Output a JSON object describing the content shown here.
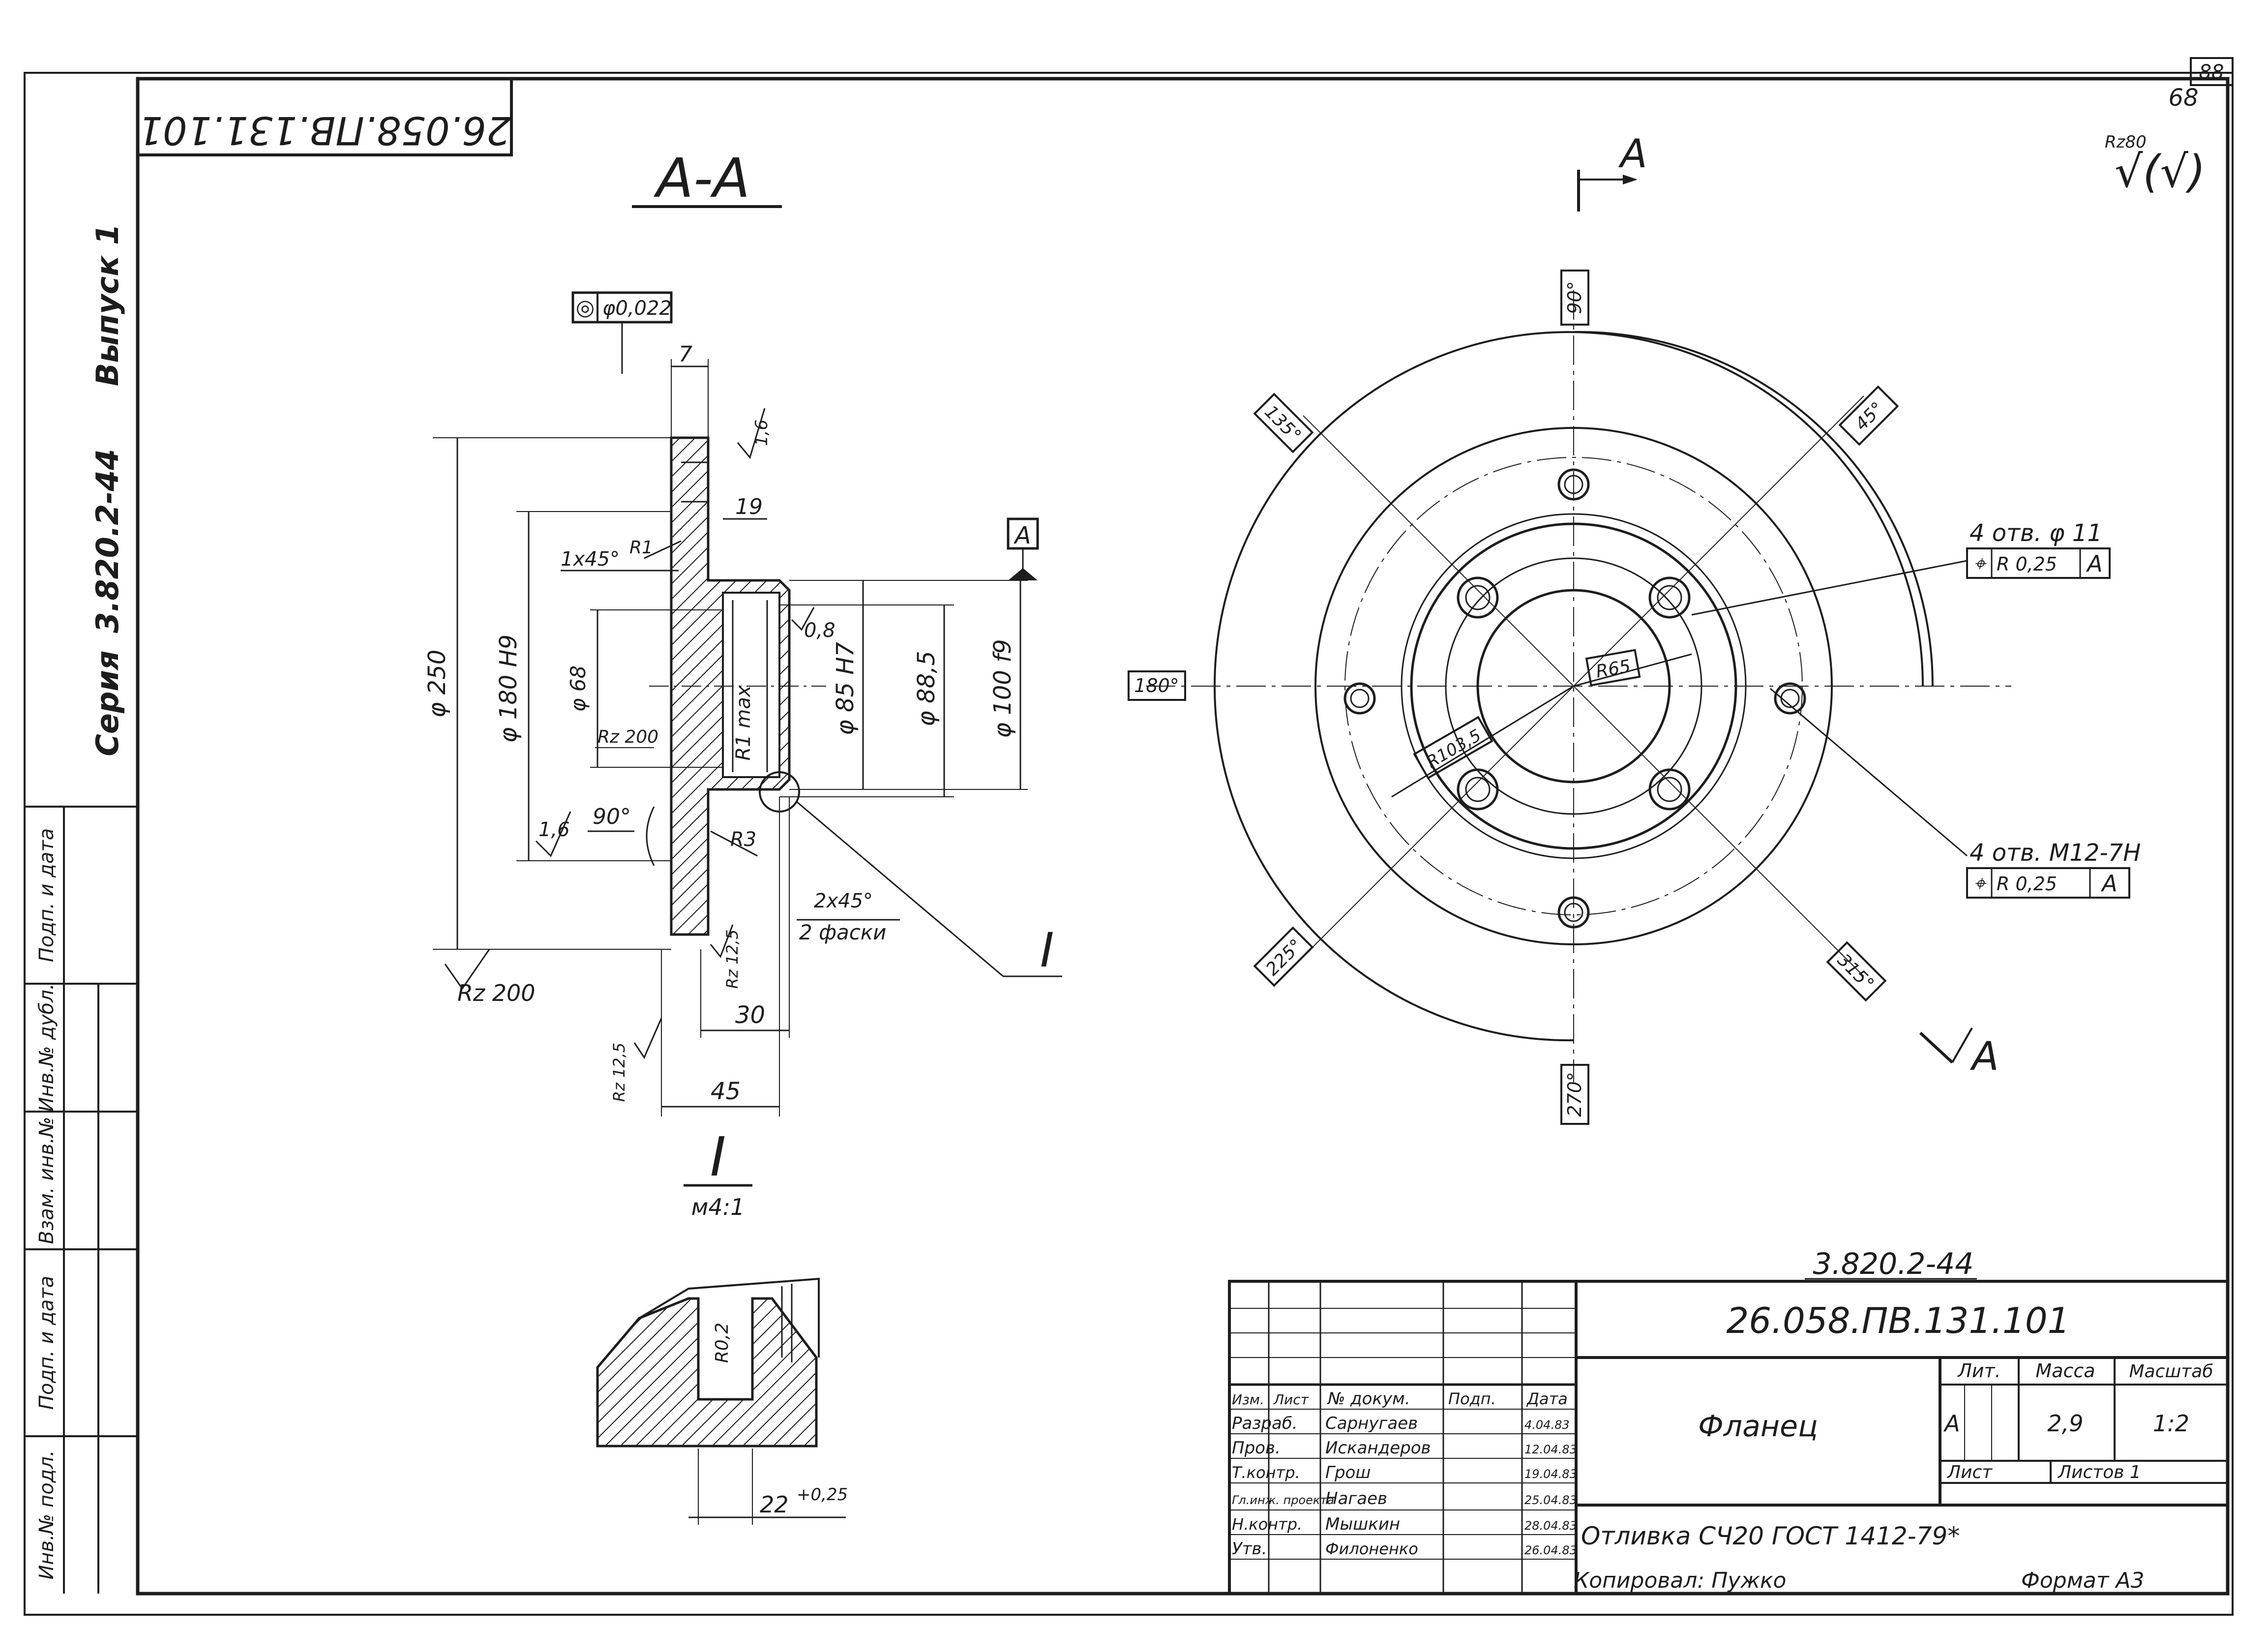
{
  "frame": {
    "rotated_designation": "26.058.ПВ.131.101",
    "corner_number": "68",
    "corner_box": "88"
  },
  "side_column": {
    "series": "Серия",
    "series_code": "3.820.2-44",
    "issue": "Выпуск 1",
    "fields": [
      "Инв.№ подл.",
      "Подп. и дата",
      "Взам. инв.№",
      "Инв.№ дубл.",
      "Подп. и дата"
    ]
  },
  "surface_mark": {
    "roughness": "Rz80",
    "symbol": "√(√)"
  },
  "section_view": {
    "title": "А-А",
    "tolerance_symbol": "◎",
    "tolerance_value": "φ0,022",
    "dims": {
      "top_width": "7",
      "top_rough": "1,6",
      "hub_length": "19",
      "chamfer1": "1x45°",
      "radius1": "R1",
      "d250": "φ 250",
      "d180": "φ 180 H9",
      "d68": "φ 68",
      "rz200_inner": "Rz 200",
      "r1max": "R1 max",
      "d85": "φ 85 H7",
      "d88": "φ 88,5",
      "d100": "φ 100 f9",
      "r08": "0,8",
      "datum": "А",
      "rough16": "1,6",
      "angle90": "90°",
      "r3": "R3",
      "chamfer2": "2x45°",
      "chamfer2_note": "2 фаски",
      "rz125a": "Rz 12,5",
      "rz125b": "Rz 12,5",
      "w30": "30",
      "w45": "45",
      "rz200_outer": "Rz 200",
      "detail_ref": "I"
    }
  },
  "detail_view": {
    "title": "I",
    "scale": "м4:1",
    "radius": "R0,2",
    "width": "22",
    "tolerance": "+0,25"
  },
  "plan_view": {
    "cut_label_top": "А",
    "cut_label_bottom": "А",
    "angles": [
      "90°",
      "135°",
      "45°",
      "180°",
      "225°",
      "315°",
      "270°"
    ],
    "r65": "R65",
    "r1035": "R103,5",
    "holes_top_note": "4 отв. φ 11",
    "holes_bottom_note": "4 отв. M12-7H",
    "position_symbol": "⌖",
    "position_value": "R 0,25",
    "position_datum": "А"
  },
  "title_block": {
    "top_code": "3.820.2-44",
    "designation": "26.058.ПВ.131.101",
    "part_name": "Фланец",
    "material": "Отливка СЧ20 ГОСТ 1412-79*",
    "headers": {
      "izm": "Изм.",
      "list": "Лист",
      "doc": "№ докум.",
      "sign": "Подп.",
      "date": "Дата"
    },
    "signatures": [
      {
        "role": "Разраб.",
        "name": "Сарнугаев",
        "date": "4.04.83"
      },
      {
        "role": "Пров.",
        "name": "Искандеров",
        "date": "12.04.83"
      },
      {
        "role": "Т.контр.",
        "name": "Грош",
        "date": "19.04.83"
      },
      {
        "role": "Гл.инж. проекта",
        "name": "Нагаев",
        "date": "25.04.83"
      },
      {
        "role": "Н.контр.",
        "name": "Мышкин",
        "date": "28.04.83"
      },
      {
        "role": "Утв.",
        "name": "Филоненко",
        "date": "26.04.83"
      }
    ],
    "lit_label": "Лит.",
    "mass_label": "Масса",
    "scale_label": "Масштаб",
    "lit_value": "А",
    "mass_value": "2,9",
    "scale_value": "1:2",
    "sheet_label": "Лист",
    "sheets_label": "Листов 1",
    "copied_by": "Копировал: Пужко",
    "format": "Формат А3"
  }
}
